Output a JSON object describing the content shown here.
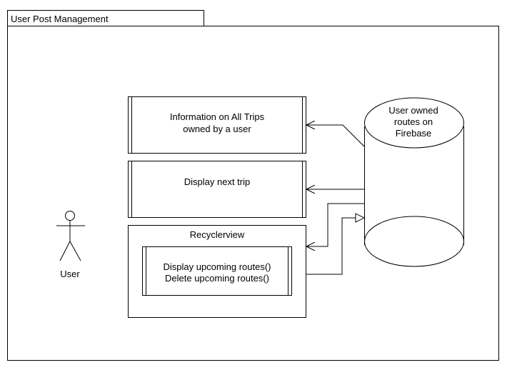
{
  "package": {
    "title": "User Post Management"
  },
  "actor": {
    "label": "User"
  },
  "boxes": {
    "trips_info": {
      "lines": [
        "Information on All Trips",
        "owned by a user"
      ]
    },
    "next_trip": {
      "lines": [
        "Display next trip"
      ]
    },
    "recyclerview": {
      "title": "Recyclerview",
      "inner_lines": [
        "Display upcoming routes()",
        "Delete upcoming routes()"
      ]
    }
  },
  "database": {
    "lines": [
      "User owned",
      "routes on",
      "Firebase"
    ]
  }
}
